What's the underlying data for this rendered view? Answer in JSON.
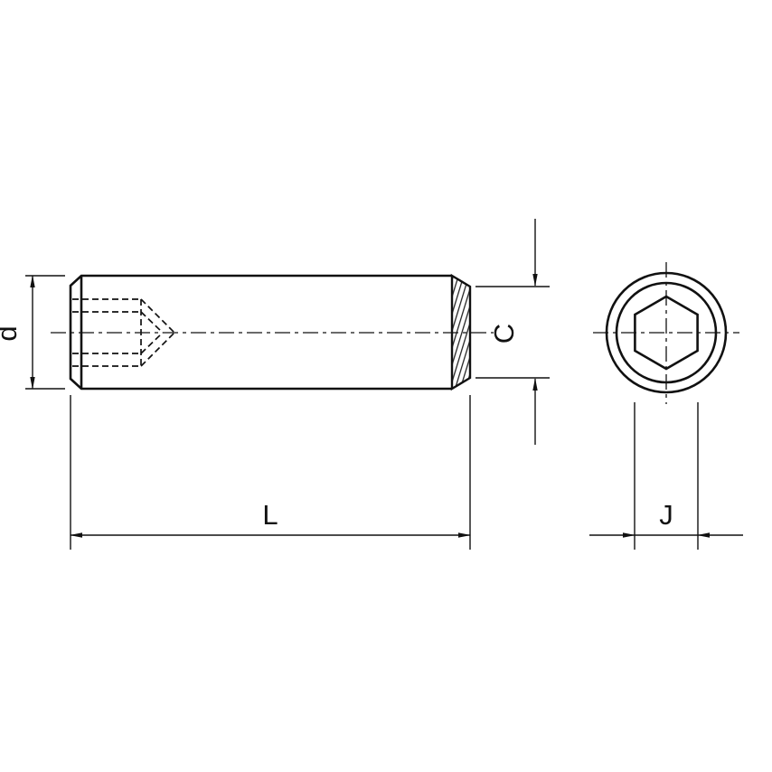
{
  "drawing": {
    "labels": {
      "diameter": "d",
      "cup_diameter": "C",
      "length": "L",
      "socket_across_flats": "J"
    },
    "colors": {
      "line": "#111111",
      "background": "#ffffff"
    }
  }
}
